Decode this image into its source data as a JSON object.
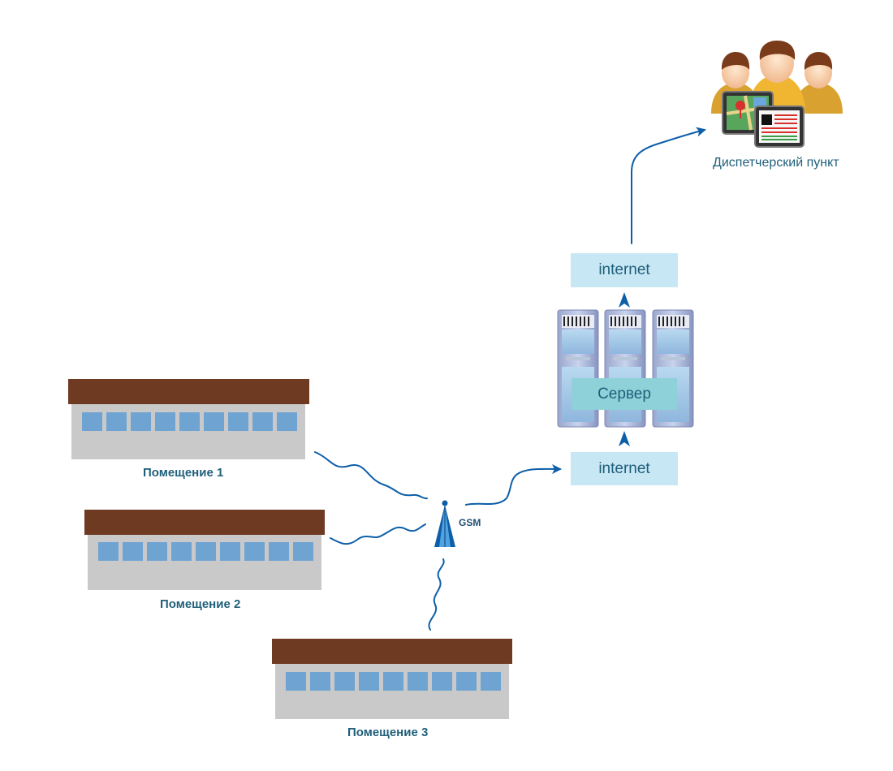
{
  "diagram": {
    "rooms": [
      {
        "label": "Помещение 1"
      },
      {
        "label": "Помещение 2"
      },
      {
        "label": "Помещение 3"
      }
    ],
    "gsm_label": "GSM",
    "internet_bottom_label": "internet",
    "internet_top_label": "internet",
    "server_label": "Сервер",
    "dispatch_label": "Диспетчерский пункт"
  },
  "colors": {
    "roof": "#6e3a22",
    "wall": "#c9c9c9",
    "window": "#6fa4d2",
    "link": "#0d5fa8",
    "text": "#1f5f7a",
    "box": "#c8e7f4",
    "server_box": "#8ed1d8"
  },
  "icons": [
    "building-icon",
    "gsm-tower-icon",
    "server-rack-icon",
    "operators-icon"
  ]
}
